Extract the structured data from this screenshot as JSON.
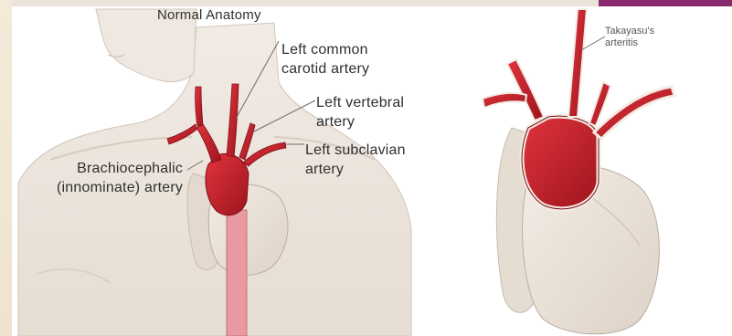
{
  "colors": {
    "accent_tab": "#8a2a6e",
    "artery_red": "#c0202b",
    "artery_dark": "#8e1219",
    "tissue": "#e8e1d8",
    "line": "#8c8680"
  },
  "labels": {
    "title": "Normal Anatomy",
    "left_common_carotid": [
      "Left common",
      "carotid artery"
    ],
    "left_vertebral": [
      "Left vertebral",
      "artery"
    ],
    "left_subclavian": [
      "Left subclavian",
      "artery"
    ],
    "brachiocephalic": [
      "Brachiocephalic",
      "(innominate) artery"
    ],
    "takayasu": [
      "Takayasu's",
      "arteritis"
    ]
  }
}
